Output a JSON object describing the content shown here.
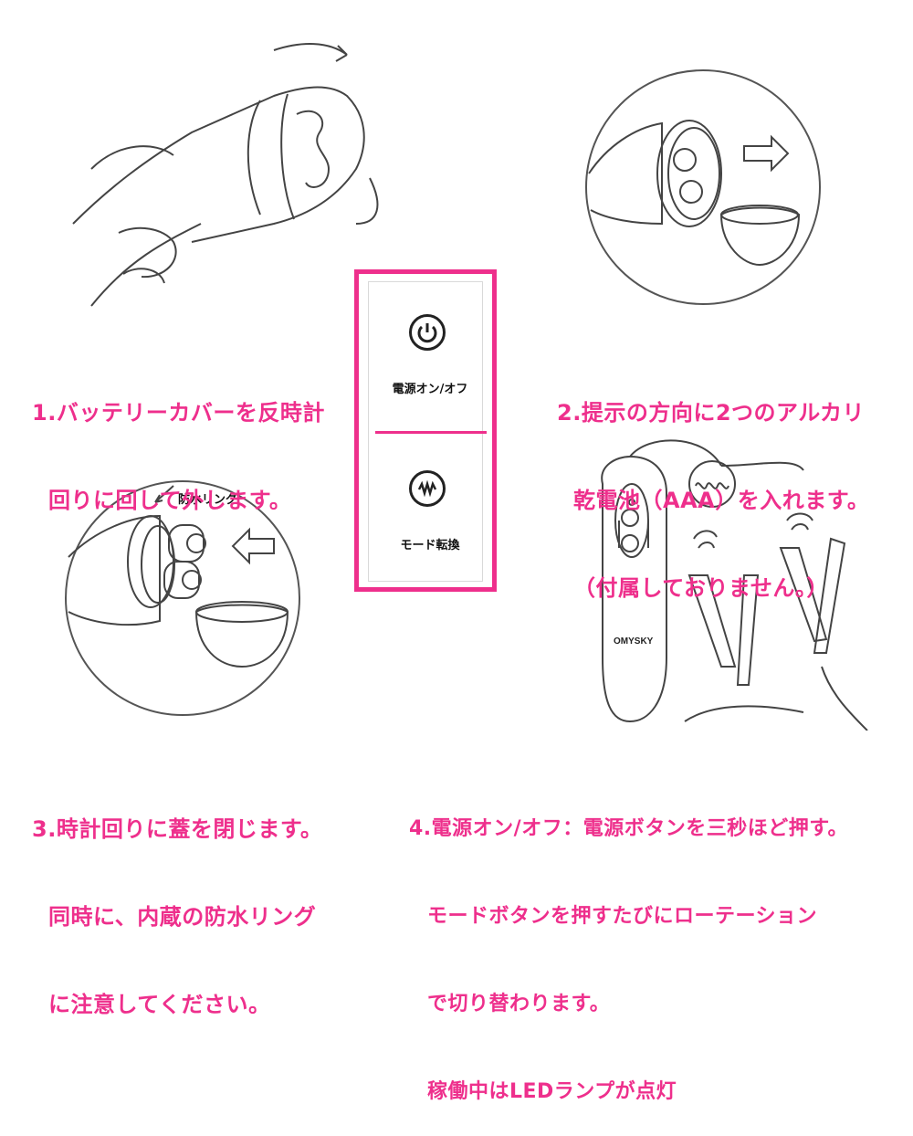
{
  "center_panel": {
    "power_label": "電源オン/オフ",
    "mode_label": "モード転換"
  },
  "step1": {
    "lines": [
      "1.バッテリーカバーを反時計",
      "回りに回して外します。"
    ]
  },
  "step2": {
    "lines": [
      "2.提示の方向に2つのアルカリ",
      "乾電池（AAA）を入れます。",
      "（付属しておりません。）"
    ]
  },
  "step3": {
    "lines": [
      "3.時計回りに蓋を閉じます。",
      "同時に、内蔵の防水リング",
      "に注意してください。"
    ],
    "ring_label": "防水リング"
  },
  "step4": {
    "lines": [
      "4.電源オン/オフ：電源ボタンを三秒ほど押す。",
      "モードボタンを押すたびにローテーション",
      "で切り替わります。",
      "稼働中はLEDランプが点灯"
    ]
  },
  "device": {
    "brand": "OMYSKY"
  },
  "colors": {
    "accent": "#ee2f8c",
    "line": "#222222"
  },
  "icons": [
    "power-icon",
    "wave-icon",
    "arrow-right-icon",
    "arrow-left-icon",
    "rotate-arrow-icon",
    "vibration-icon"
  ]
}
